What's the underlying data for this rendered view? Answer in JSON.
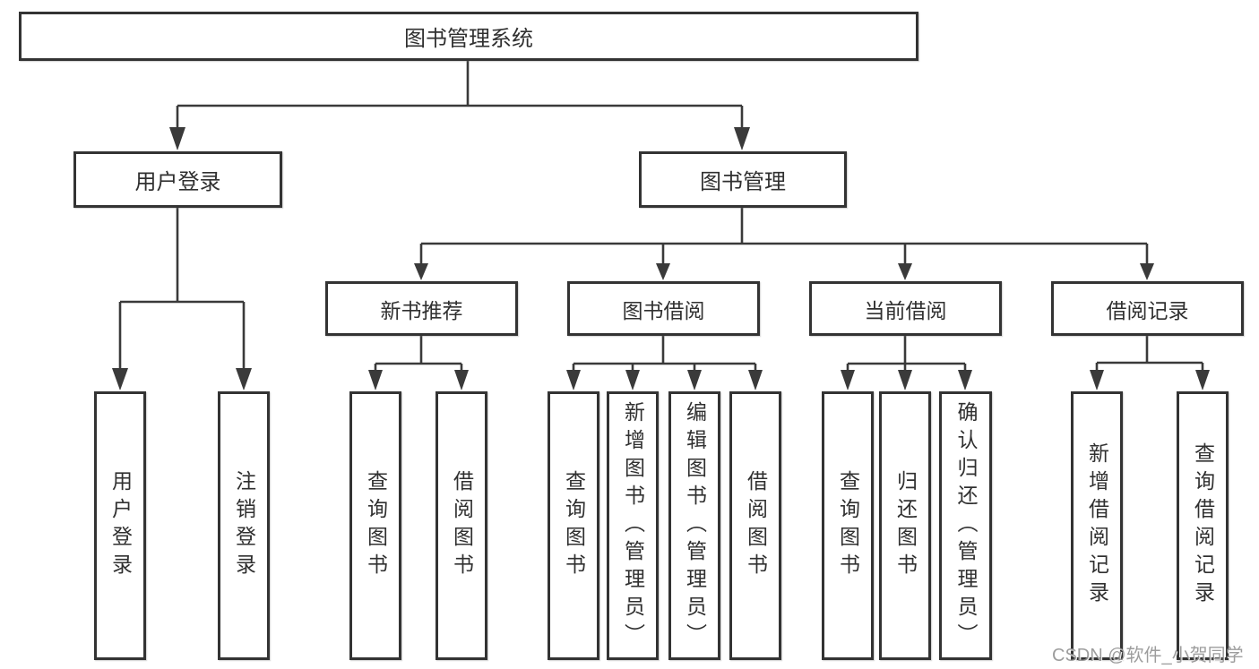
{
  "diagram": {
    "tree": {
      "label": "图书管理系统",
      "children": [
        {
          "label": "用户登录",
          "children": [
            {
              "label": "用户登录"
            },
            {
              "label": "注销登录"
            }
          ]
        },
        {
          "label": "图书管理",
          "children": [
            {
              "label": "新书推荐",
              "children": [
                {
                  "label": "查询图书"
                },
                {
                  "label": "借阅图书"
                }
              ]
            },
            {
              "label": "图书借阅",
              "children": [
                {
                  "label": "查询图书"
                },
                {
                  "label": "新增图书（管理员）"
                },
                {
                  "label": "编辑图书（管理员）"
                },
                {
                  "label": "借阅图书"
                }
              ]
            },
            {
              "label": "当前借阅",
              "children": [
                {
                  "label": "查询图书"
                },
                {
                  "label": "归还图书"
                },
                {
                  "label": "确认归还（管理员）"
                }
              ]
            },
            {
              "label": "借阅记录",
              "children": [
                {
                  "label": "新增借阅记录"
                },
                {
                  "label": "查询借阅记录"
                }
              ]
            }
          ]
        }
      ]
    },
    "colors": {
      "line": "#3a3a3a",
      "border": "#333333",
      "text": "#303030",
      "watermark": "#8c8c8c"
    },
    "watermark": "CSDN @软件_小贺同学"
  }
}
